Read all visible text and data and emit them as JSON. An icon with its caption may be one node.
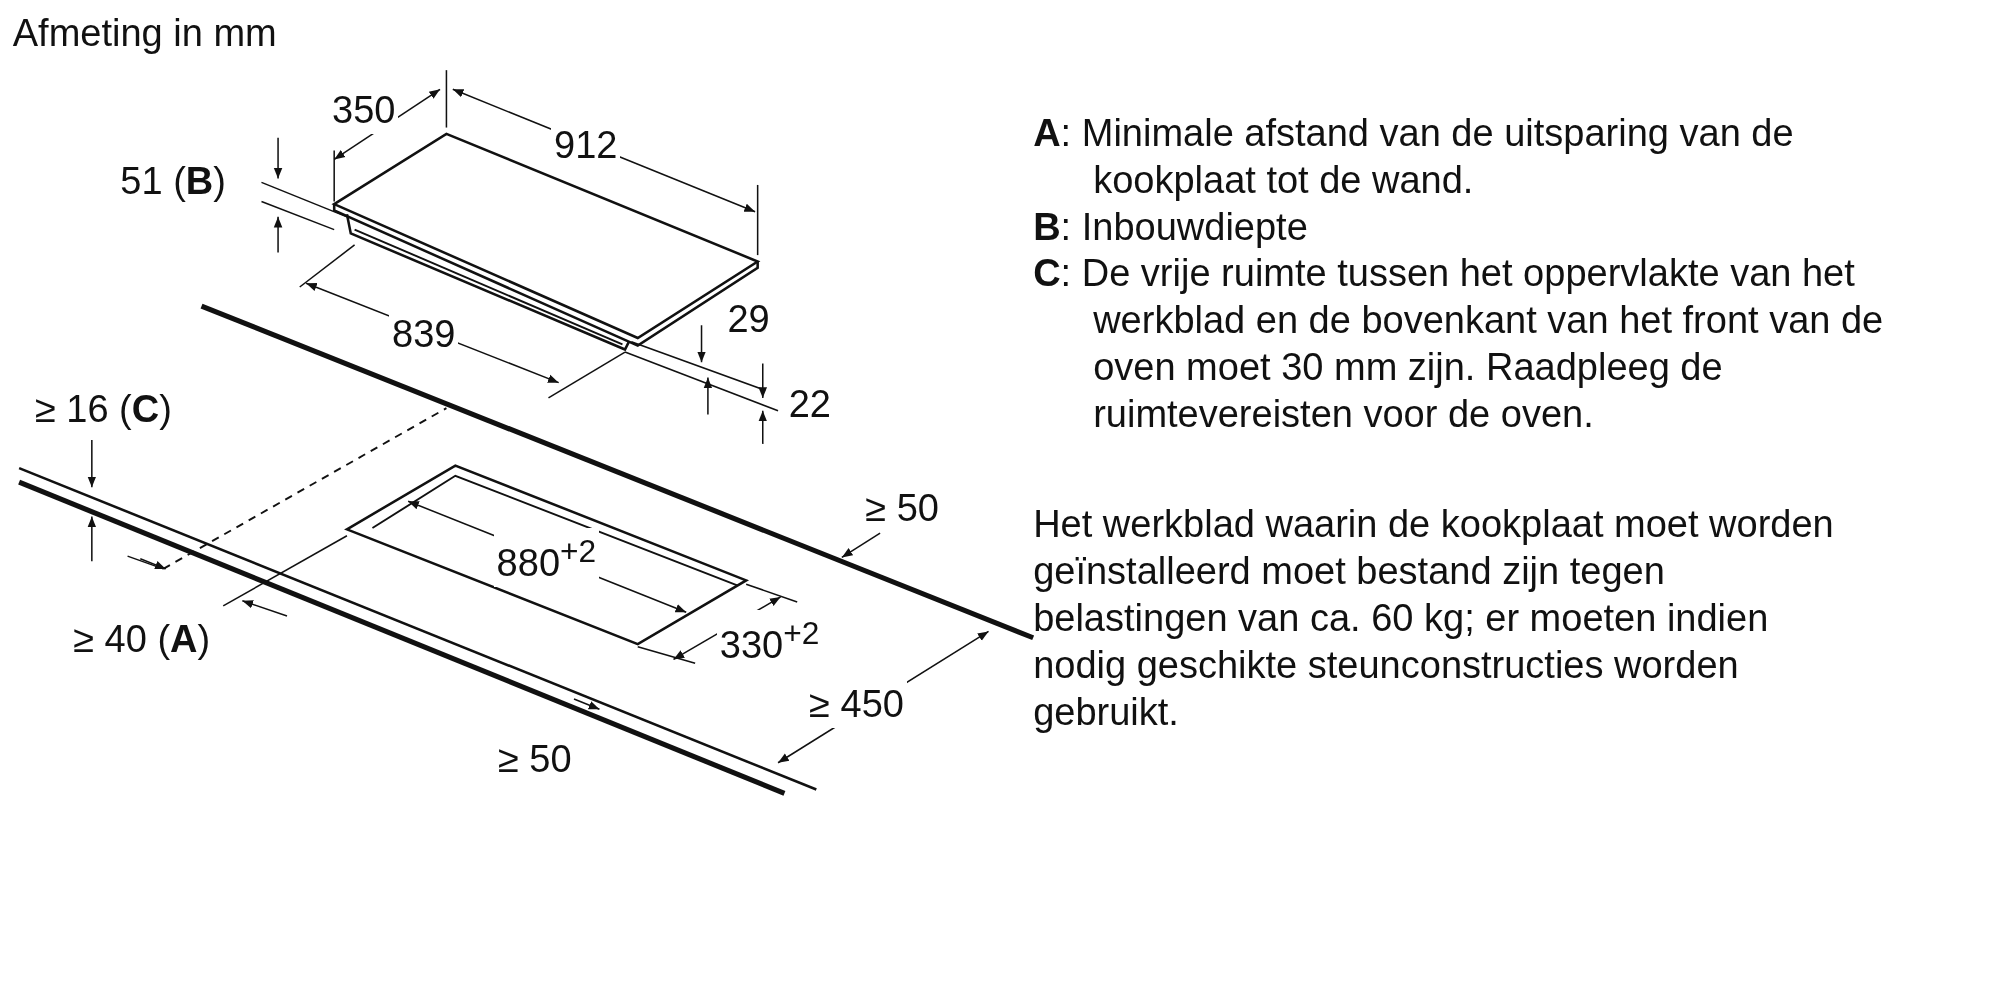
{
  "diagram": {
    "title": "Afmeting in mm",
    "labels": [
      "350",
      "912",
      "51 (**B**)",
      "839",
      "29",
      "22",
      "≥ 16 (**C**)",
      "880$^{+2}$",
      "≥ 50",
      "330$^{+2}$",
      "≥ 40 (**A**)",
      "≥ 450",
      "≥ 50",
      "**A**: Minimale afstand van de uitsparing van de kookplaat tot de wand.",
      "**B**: Inbouwdiepte",
      "**C**: De vrije ruimte tussen het oppervlakte van het werkblad en de bovenkant van het front van de oven moet 30 mm zijn. Raadpleeg de ruimtevereisten voor de oven.",
      "Het werkblad waarin de kookplaat moet worden geïnstalleerd moet bestand zijn tegen belastingen van ca. 60 kg; er moeten indien nodig geschikte steunconstructies worden gebruikt."
    ]
  }
}
